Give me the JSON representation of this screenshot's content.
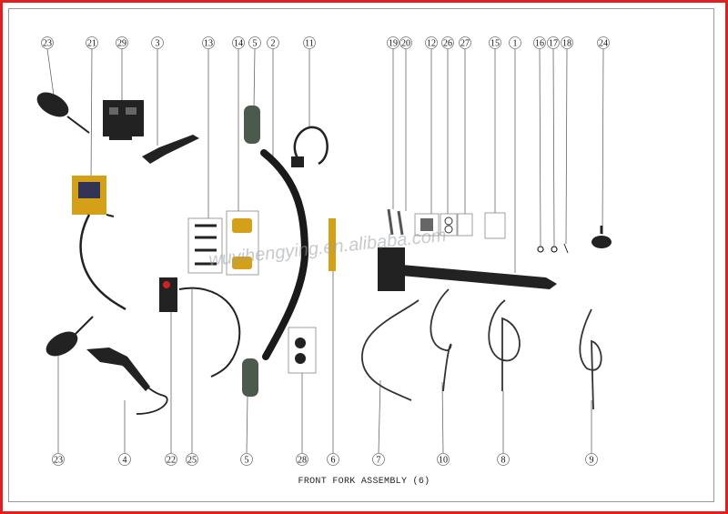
{
  "caption": "FRONT FORK ASSEMBLY (6)",
  "watermark": "wuyihengying.en.alibaba.com",
  "colors": {
    "frame": "#e02020",
    "border": "#9a9a9a",
    "part": "#2b2b2b",
    "gold": "#d4a017"
  },
  "callouts_top": [
    "23",
    "21",
    "29",
    "3",
    "13",
    "14",
    "5",
    "2",
    "11",
    "19",
    "20",
    "12",
    "26",
    "27",
    "15",
    "1",
    "16",
    "17",
    "18",
    "24"
  ],
  "callouts_bottom": [
    "23",
    "4",
    "22",
    "25",
    "5",
    "28",
    "6",
    "7",
    "10",
    "8",
    "9"
  ]
}
